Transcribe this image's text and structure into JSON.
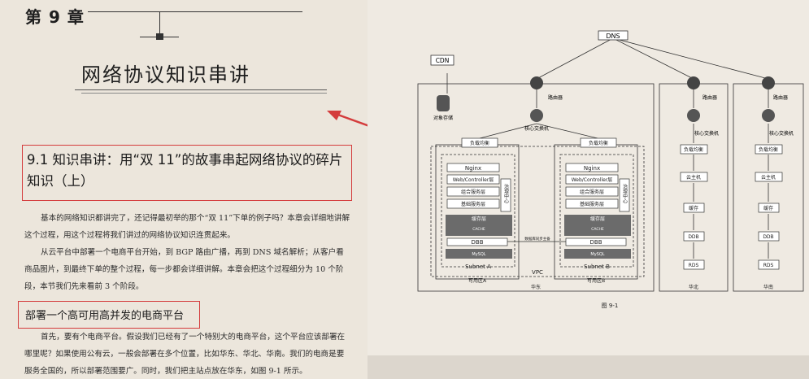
{
  "chapter": {
    "label": "第 9 章"
  },
  "title": "网络协议知识串讲",
  "section": {
    "heading": "9.1   知识串讲：用“双 11”的故事串起网络协议的碎片知识（上）"
  },
  "paragraphs": [
    "基本的网络知识都讲完了，还记得最初举的那个“双 11”下单的例子吗？本章会详细地讲解这个过程，用这个过程将我们讲过的网络协议知识连贯起来。",
    "从云平台中部署一个电商平台开始，到 BGP 路由广播，再到 DNS 域名解析；从客户看商品图片，到最终下单的整个过程，每一步都会详细讲解。本章会把这个过程细分为 10 个阶段，本节我们先来看前 3 个阶段。",
    "首先，要有个电商平台。假设我们已经有了一个特别大的电商平台，这个平台应该部署在哪里呢？如果使用公有云，一般会部署在多个位置，比如华东、华北、华南。我们的电商是要服务全国的，所以部署范围要广。同时，我们把主站点放在华东，如图 9-1 所示。"
  ],
  "subheading": "部署一个高可用高并发的电商平台",
  "figure": {
    "caption": "图 9-1",
    "dns": "DNS",
    "cdn": "CDN",
    "storage": "对象存储",
    "router": "路由器",
    "core_switch": "核心交换机",
    "lb": "负载均衡",
    "nginx": "Nginx",
    "web": "Web/Controller层",
    "combo": "组合服务层",
    "base": "基础服务层",
    "cache": "缓存层",
    "cache_node": "CACHE",
    "dbb": "DBB",
    "mysql": "MySQL",
    "gov": "治理中心",
    "subnet_a": "Subnet A",
    "subnet_b": "Subnet B",
    "sync": "数据库同步主备",
    "vpc": "VPC",
    "zone_a": "可用区A",
    "zone_b": "可用区B",
    "huadong": "华东",
    "huabei": "华北",
    "huanan": "华南",
    "cloud_host": "云主机",
    "cache_label": "缓存",
    "ddb": "DDB",
    "rds": "RDS"
  }
}
